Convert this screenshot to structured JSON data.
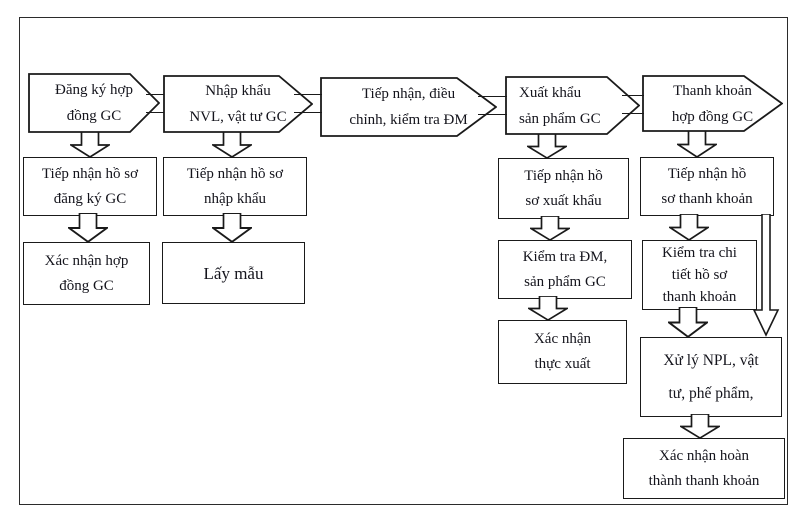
{
  "colors": {
    "line": "#1a1a1a",
    "background": "#ffffff",
    "text": "#14141c"
  },
  "icons": {
    "down_arrow": "hollow-block-down-arrow",
    "bypass_arrow": "thin-outline-down-arrow",
    "flow_banner": "right-pointing-pentagon-banner"
  },
  "flow_steps": {
    "dang_ky": [
      "Đăng ký hợp",
      "đồng GC"
    ],
    "nhap_khau": [
      "Nhập khẩu",
      "NVL, vật tư GC"
    ],
    "tiep_nhan_dm": [
      "Tiếp nhận, điều",
      "chỉnh, kiểm tra ĐM"
    ],
    "xuat_khau": [
      "Xuất khẩu",
      "sản phẩm GC"
    ],
    "thanh_khoan": [
      "Thanh khoản",
      "hợp đồng GC"
    ]
  },
  "boxes": {
    "tiep_nhan_ho_so_dang_ky": [
      "Tiếp nhận hồ sơ",
      "đăng ký GC"
    ],
    "xac_nhan_hop_dong": [
      "Xác nhận hợp",
      "đồng GC"
    ],
    "tiep_nhan_ho_so_nhap_khau": [
      "Tiếp nhận hồ sơ",
      "nhập khẩu"
    ],
    "lay_mau": [
      "Lấy mẫu"
    ],
    "tiep_nhan_ho_so_xuat_khau": [
      "Tiếp nhận hồ",
      "sơ xuất khẩu"
    ],
    "kiem_tra_dm_san_pham": [
      "Kiểm tra ĐM,",
      "sản phẩm GC"
    ],
    "xac_nhan_thuc_xuat": [
      "Xác nhận",
      "thực xuất"
    ],
    "tiep_nhan_ho_so_thanh_khoan": [
      "Tiếp nhận hồ",
      "sơ thanh khoản"
    ],
    "kiem_tra_chi_tiet": [
      "Kiểm tra chi",
      "tiết hồ sơ",
      "thanh khoản"
    ],
    "xu_ly_npl": [
      "Xử lý NPL, vật",
      "tư, phế phẩm,"
    ],
    "xac_nhan_hoan_thanh": [
      "Xác nhận hoàn",
      "thành thanh khoản"
    ]
  }
}
